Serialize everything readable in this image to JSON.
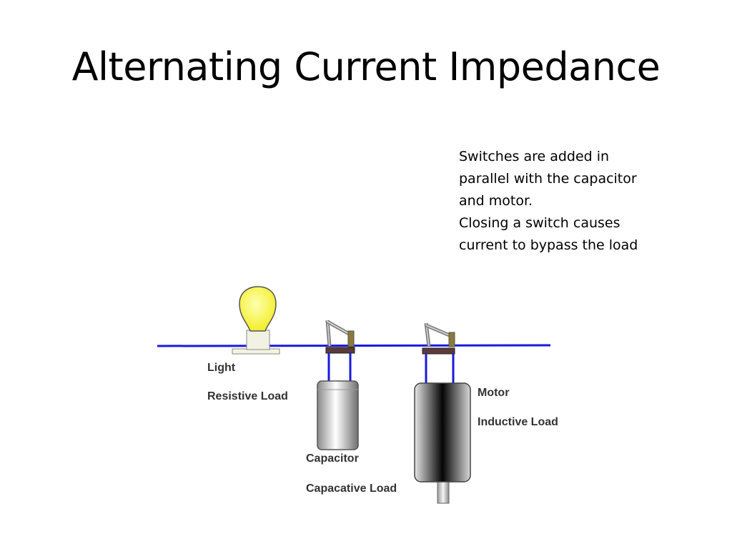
{
  "slide": {
    "title": "Alternating Current Impedance",
    "note_lines": [
      "Switches are added in",
      "parallel with the capacitor",
      "and motor.",
      "Closing a switch causes",
      "current to bypass the load"
    ]
  },
  "diagram": {
    "light": {
      "name": "Light",
      "type": "Resistive Load"
    },
    "capacitor": {
      "name": "Capacitor",
      "type": "Capacative Load"
    },
    "motor": {
      "name": "Motor",
      "type": "Inductive Load"
    }
  },
  "colors": {
    "wire": "#1a1adc",
    "bulb": "#f5f53c",
    "label": "#333333"
  }
}
